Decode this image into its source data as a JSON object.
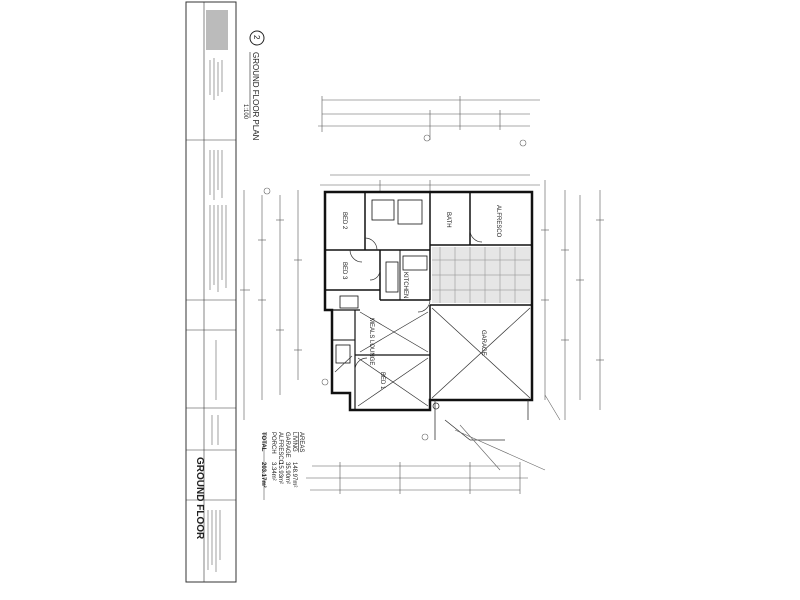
{
  "drawing": {
    "plan_number": "2",
    "plan_title": "GROUND FLOOR PLAN",
    "plan_scale": "1:100",
    "sheet_title": "GROUND FLOOR"
  },
  "rooms": {
    "bed_2": "BED 2",
    "bath": "BATH",
    "alfresco": "ALFRESCO",
    "bed_3": "BED 3",
    "kitchen": "KITCHEN",
    "meals_lounge": "MEALS LOUNGE",
    "garage": "GARAGE",
    "bed_1": "BED 1"
  },
  "areas": {
    "heading": "AREAS",
    "rows": [
      {
        "label": "LIVING",
        "value": "148.97m²"
      },
      {
        "label": "GARAGE",
        "value": "35.90m²"
      },
      {
        "label": "ALFRESCO",
        "value": "15.93m²"
      },
      {
        "label": "PORCH",
        "value": "3.34m²"
      },
      {
        "label": "TOTAL",
        "value": "203.17m²"
      }
    ]
  }
}
